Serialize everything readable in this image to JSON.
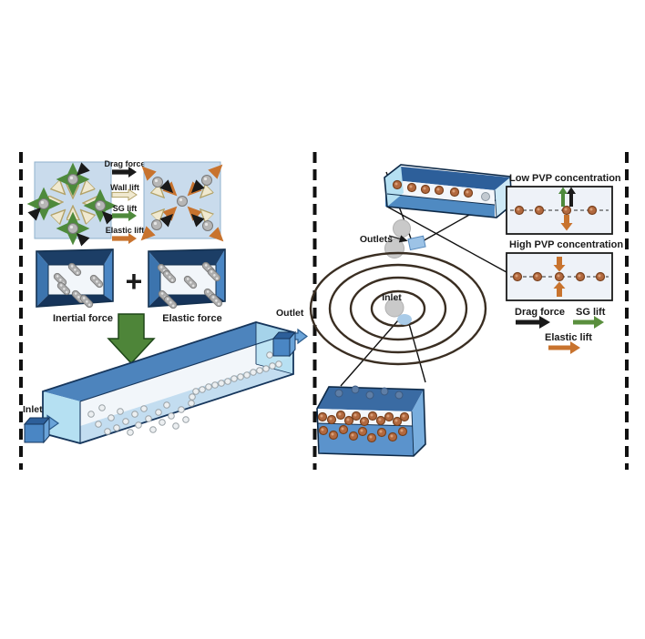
{
  "figure": {
    "left_panel": {
      "force_legend": {
        "items": [
          {
            "label": "Drag force",
            "color": "#1a1a1a"
          },
          {
            "label": "Wall lift",
            "color": "#f0e9d0"
          },
          {
            "label": "SG lift",
            "color": "#4e8a3c"
          },
          {
            "label": "Elastic lift",
            "color": "#c8732e"
          }
        ]
      },
      "inertial_box_label": "Inertial force",
      "elastic_box_label": "Elastic force",
      "plus": "+",
      "inlet_label": "Inlet",
      "outlet_label": "Outlet"
    },
    "right_panel": {
      "outlets_label": "Outlets",
      "inlet_label": "Inlet",
      "low_pvp_title": "Low PVP concentration",
      "high_pvp_title": "High PVP concentration",
      "legend": {
        "drag": "Drag force",
        "sg": "SG lift",
        "elastic": "Elastic lift"
      }
    },
    "colors": {
      "drag": "#1a1a1a",
      "wall_lift": "#f0e9d0",
      "sg_lift": "#4e8a3c",
      "elastic_lift": "#c8732e",
      "box_dark": "#1c3e66",
      "box_medium": "#3c74ae",
      "channel_top": "#4d84bd",
      "cyan_end": "#b5e0f2",
      "square_bg": "#c9dbec",
      "particle_brown": "#b2693f",
      "particle_gray": "#b6b6b6"
    }
  }
}
